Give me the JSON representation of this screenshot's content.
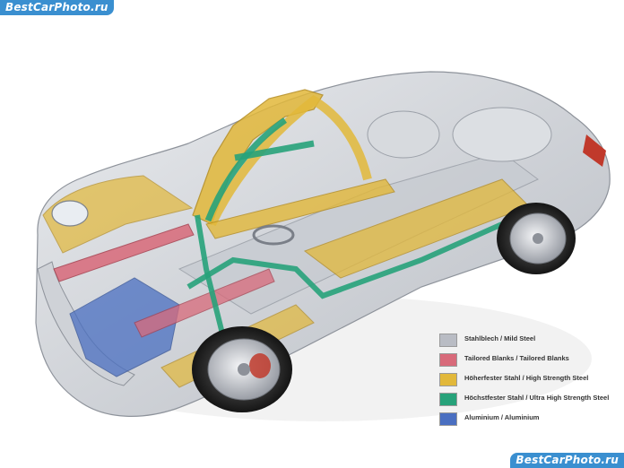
{
  "watermark_top": "BestCarPhoto.ru",
  "watermark_bottom": "BestCarPhoto.ru",
  "legend": [
    {
      "label": "Stahlblech / Mild Steel",
      "color": "#b9bcc4"
    },
    {
      "label": "Tailored Blanks / Tailored Blanks",
      "color": "#d86a7a"
    },
    {
      "label": "Höherfester Stahl / High Strength Steel",
      "color": "#e2b83a"
    },
    {
      "label": "Höchstfester Stahl / Ultra High Strength Steel",
      "color": "#27a27a"
    },
    {
      "label": "Aluminium / Aluminium",
      "color": "#4a6fc1"
    }
  ],
  "colors": {
    "mild_steel": "#b9bcc4",
    "tailored_blanks": "#d86a7a",
    "high_strength": "#e2b83a",
    "ultra_high_strength": "#27a27a",
    "aluminium": "#4a6fc1",
    "watermark_bg": "#3a8fd0"
  }
}
